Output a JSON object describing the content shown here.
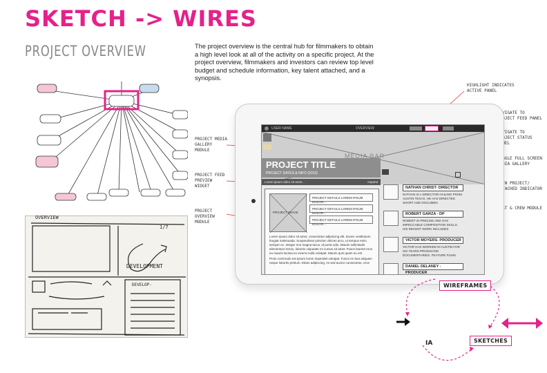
{
  "header": {
    "title": "SKETCH -> WIRES",
    "subtitle": "PROJECT OVERVIEW",
    "description": "The project overview is the central hub for filmmakers to obtain a high level look at all of the activity on a specific project.  At the project overview, filmmakers and investors can review top level budget and schedule information, key talent attached, and a synopsis."
  },
  "annotations": {
    "highlight": "HIGHLIGHT INDICATES ACTIVE PANEL",
    "feed_panel": "NAVIGATE TO PROJECT FEED PANEL",
    "status_panel": "NAVIGATE TO PROJECT STATUS PANEL",
    "fullscreen": "TOGGLE FULL SCREEN MEDIA GALLERY",
    "join": "JOIN PROJECT/ ATTACHED INDICATOR",
    "cast": "CAST & CREW MODULE",
    "media_gallery": "PROJECT MEDIA GALLERY MODULE",
    "feed_preview": "PROJECT FEED PREVIEW WIDGET",
    "overview_module": "PROJECT OVERVIEW MODULE"
  },
  "wireframe": {
    "username": "USER NAME",
    "tab": "OVERVIEW",
    "media_bar": "MEDIA BAR",
    "project_title": "PROJECT TITLE",
    "project_info": "PROJECT DATES & INFO (2013)",
    "lorem_bar": "Lorem ipsum dolor sit amet...",
    "expand": "expand",
    "project_image": "PROJECT IMAGE",
    "detail_1": "PROJECT DETAILS LOREM IPSUM DOLOR...",
    "detail_2": "PROJECT DETAILS LOREM IPSUM DOLOR...",
    "detail_3": "PROJECT DETAILS LOREM IPSUM DOLOR...",
    "synopsis_1": "Lorem ipsum dolor sit amet, consectetur adipiscing elit. Donec vestibulum feugiat malesuada. Suspendisse pulvinar ultrices arcu, ut tempus enim semper ex. Integer non magna lacus, id porta odio. Mauris sollicitudin elementum lectus, lobortis vulputate mi cursus sit amet. Fusce laoreet eros eu mauris lacinia eu viverra nulla volutpat. Mauris quis quam eu est pulvinar pharetra. Donec in purus neque.",
    "synopsis_2": "Proin commodo est ipsum lorem imperdiet volutpat. Fusce et risus aliquam neque lobortis pretium. Etiam adipiscing, mi sed auctor consectetur, eros",
    "cast": [
      {
        "name": "NATHAN CHRIST- DIRECTOR",
        "bio": "NATHAN IS A DIRECTOR HAILING FROM AUSTIN TEXAS. HE HAS DIRECTED SHORT AND DOCUMEN"
      },
      {
        "name": "ROBERT GARZA - DP",
        "bio": "ROBERT IS PRECISE AND HAS IMPECCABLE COMPOSITION SKILLS. HIS RECENT WORK INCLUDES"
      },
      {
        "name": "VICTOR MOYERS- PRODUCER",
        "bio": "VICTOR HAS WORKED IN AUSTIN FOR SIX YEARS PRODUCING DOCUMENTARIES, FEATURE FILMS"
      },
      {
        "name": "DANIEL DELANEY - PRODUCER",
        "bio": ""
      }
    ]
  },
  "flow": {
    "wireframes": "WIREFRAMES",
    "sketches": "SKETCHES",
    "ia": "IA"
  },
  "sketch_text": {
    "overview": "OVERVIEW",
    "development": "DEVELOPMENT",
    "development2": "DEVELOP-",
    "label_right": "1/7"
  },
  "colors": {
    "accent": "#e5218a",
    "red_line": "#d9342b"
  }
}
